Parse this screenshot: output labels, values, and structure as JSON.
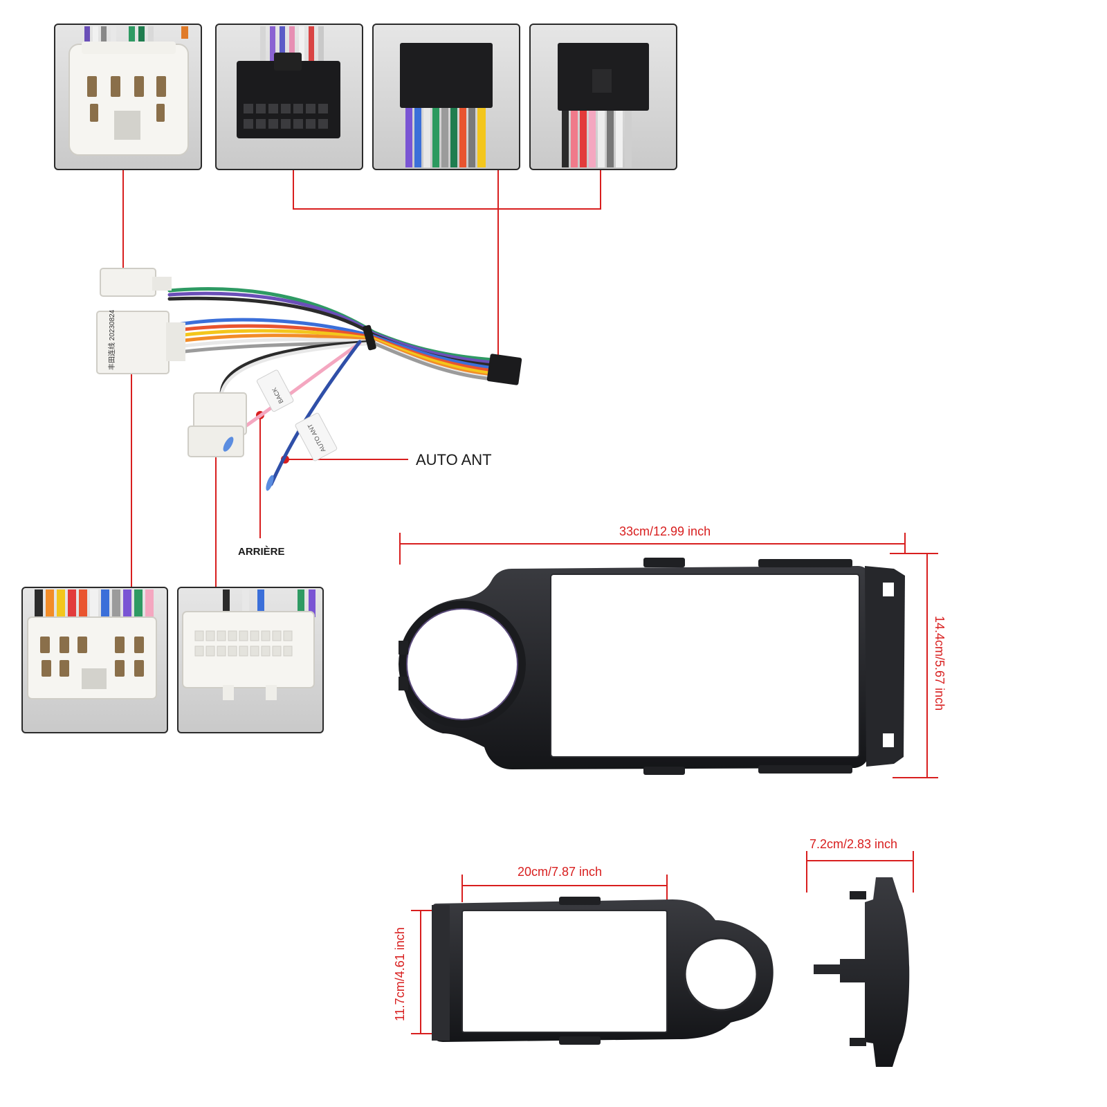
{
  "labels": {
    "auto_ant": "AUTO ANT",
    "arriere": "ARRIÈRE"
  },
  "harness_tags": {
    "main_plug": "丰田连线 20230824",
    "back_tag": "BACK",
    "ant_tag": "AUTO ANT"
  },
  "dimensions": {
    "frame_width": "33cm/12.99 inch",
    "frame_height": "14.4cm/5.67 inch",
    "inner_width": "20cm/7.87 inch",
    "inner_height": "11.7cm/4.61 inch",
    "depth": "7.2cm/2.83 inch"
  },
  "colors": {
    "callout": "#d81e1e",
    "dimension": "#d81e1e",
    "frame": "#1c1d20",
    "panel_bg": "#d7d7d7",
    "plug": "#f3f2ee"
  }
}
